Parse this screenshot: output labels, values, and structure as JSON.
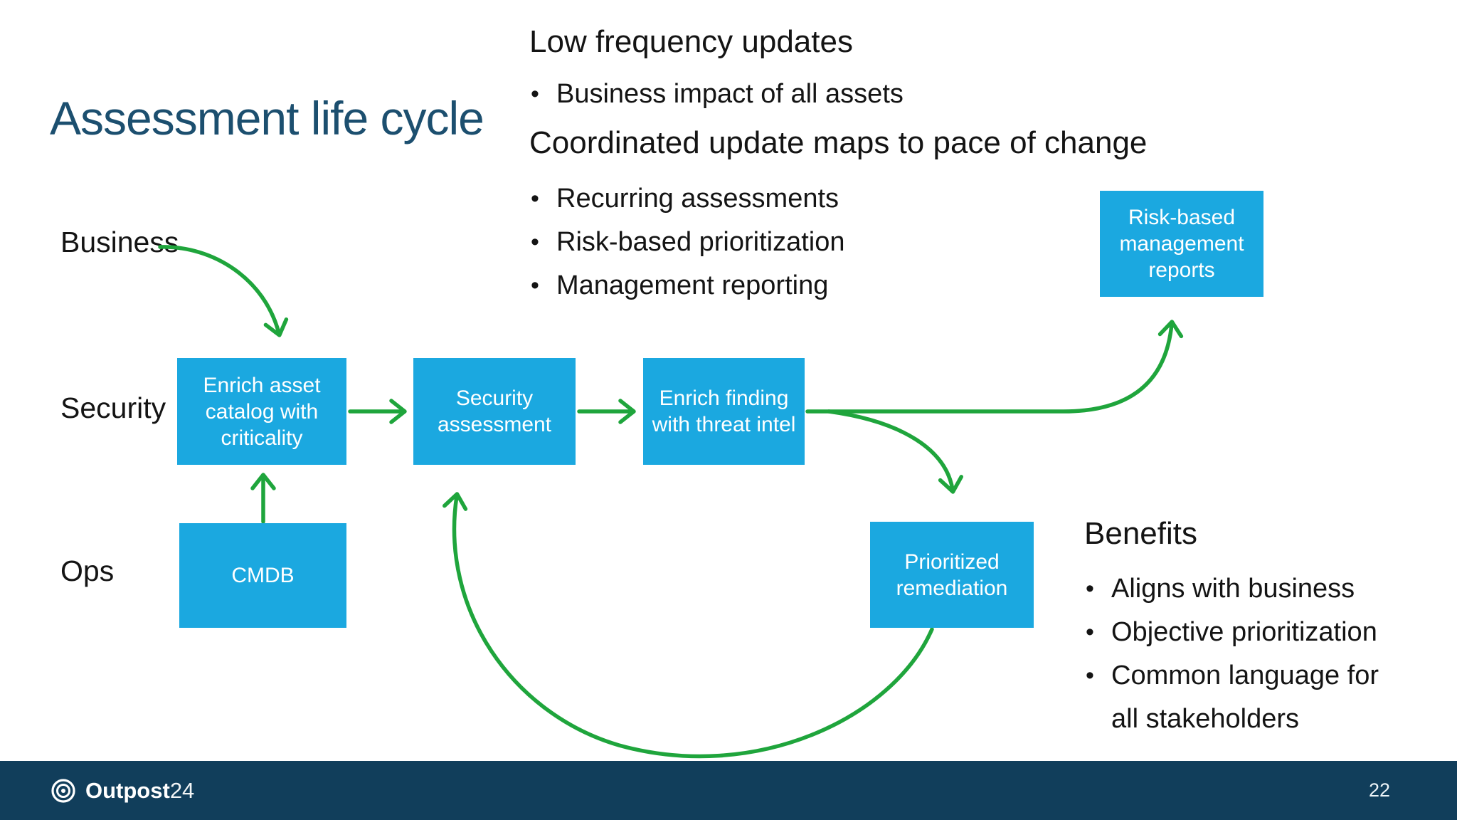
{
  "slide": {
    "title": "Assessment life cycle",
    "page_number": "22"
  },
  "notes": {
    "heading_low": "Low frequency updates",
    "bullets_low": [
      "Business impact of all assets"
    ],
    "heading_coordinated": "Coordinated update maps to pace of change",
    "bullets_coordinated": [
      "Recurring assessments",
      "Risk-based prioritization",
      "Management reporting"
    ]
  },
  "lanes": [
    {
      "label": "Business"
    },
    {
      "label": "Security"
    },
    {
      "label": "Ops"
    }
  ],
  "boxes": {
    "enrich_asset": "Enrich asset catalog with criticality",
    "security_assessment": "Security assessment",
    "enrich_finding": "Enrich finding with threat intel",
    "risk_reports": "Risk-based management reports",
    "prioritized_remediation": "Prioritized remediation",
    "cmdb": "CMDB"
  },
  "benefits": {
    "heading": "Benefits",
    "bullets": [
      "Aligns with business",
      "Objective prioritization",
      "Common language for all stakeholders"
    ]
  },
  "footer": {
    "brand_bold": "Outpost",
    "brand_light": "24"
  },
  "colors": {
    "box_blue": "#1BA8E0",
    "arrow_green": "#1FA53C",
    "title_navy": "#1C4F6F",
    "footer_navy": "#113E5B",
    "text_dark": "#141414",
    "box_text": "#FFFFFF"
  }
}
